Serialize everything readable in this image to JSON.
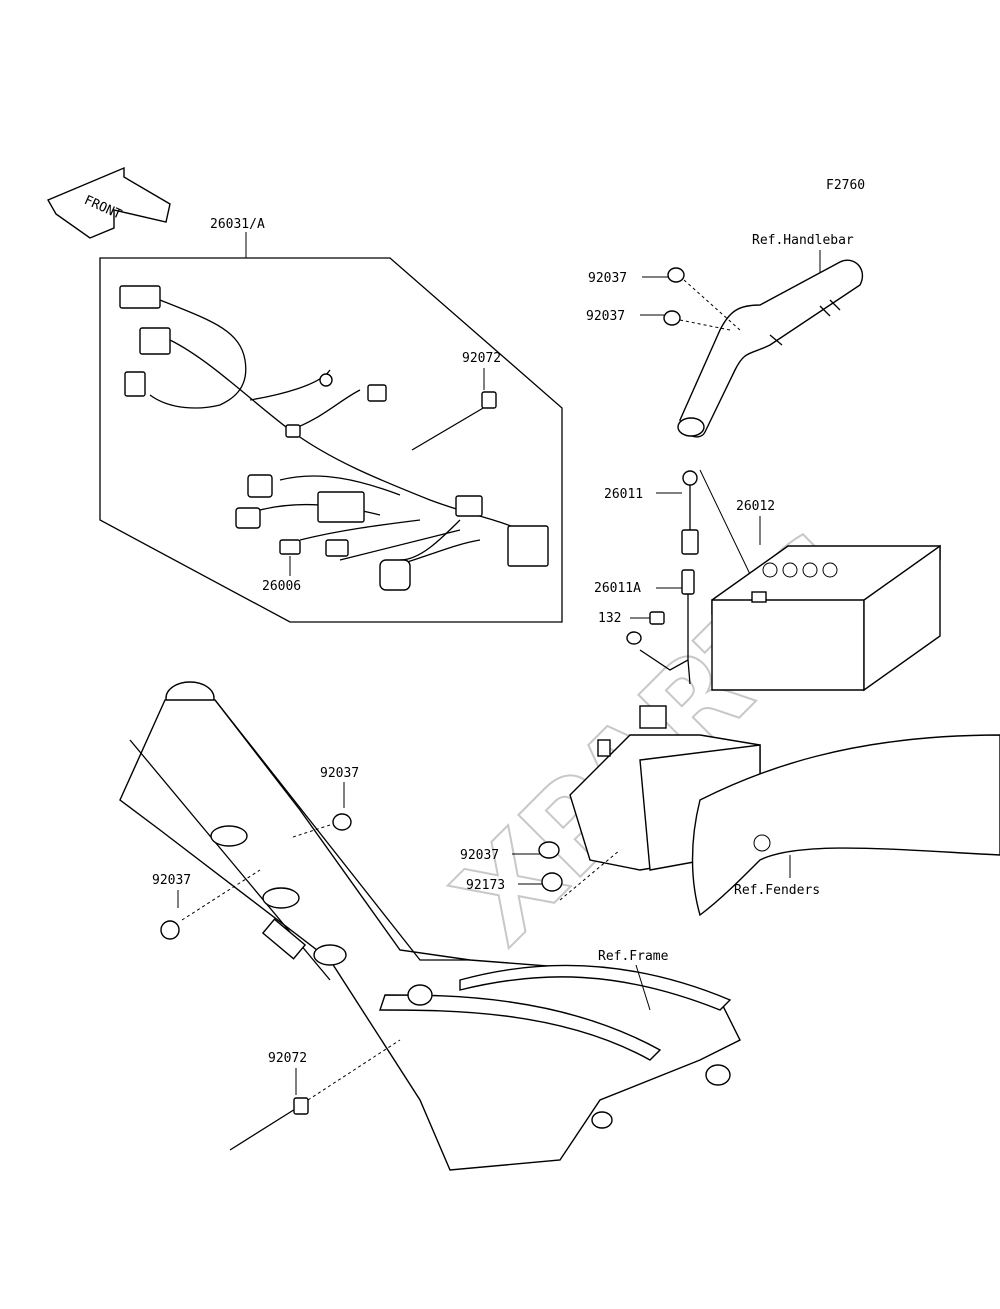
{
  "figure_code": "F2760",
  "front_label": "FRONT",
  "watermark": "XPARTS",
  "labels": {
    "harness": "26031/A",
    "tie_top": "92072",
    "fuse": "26006",
    "clamp_hb_1": "92037",
    "clamp_hb_2": "92037",
    "ref_handlebar": "Ref.Handlebar",
    "lead": "26011",
    "battery": "26012",
    "lead_a": "26011A",
    "bolt": "132",
    "clamp_frame_1": "92037",
    "clamp_frame_2": "92037",
    "clamp_fender": "92037",
    "clip": "92173",
    "ref_fenders": "Ref.Fenders",
    "ref_frame": "Ref.Frame",
    "tie_bottom": "92072"
  }
}
